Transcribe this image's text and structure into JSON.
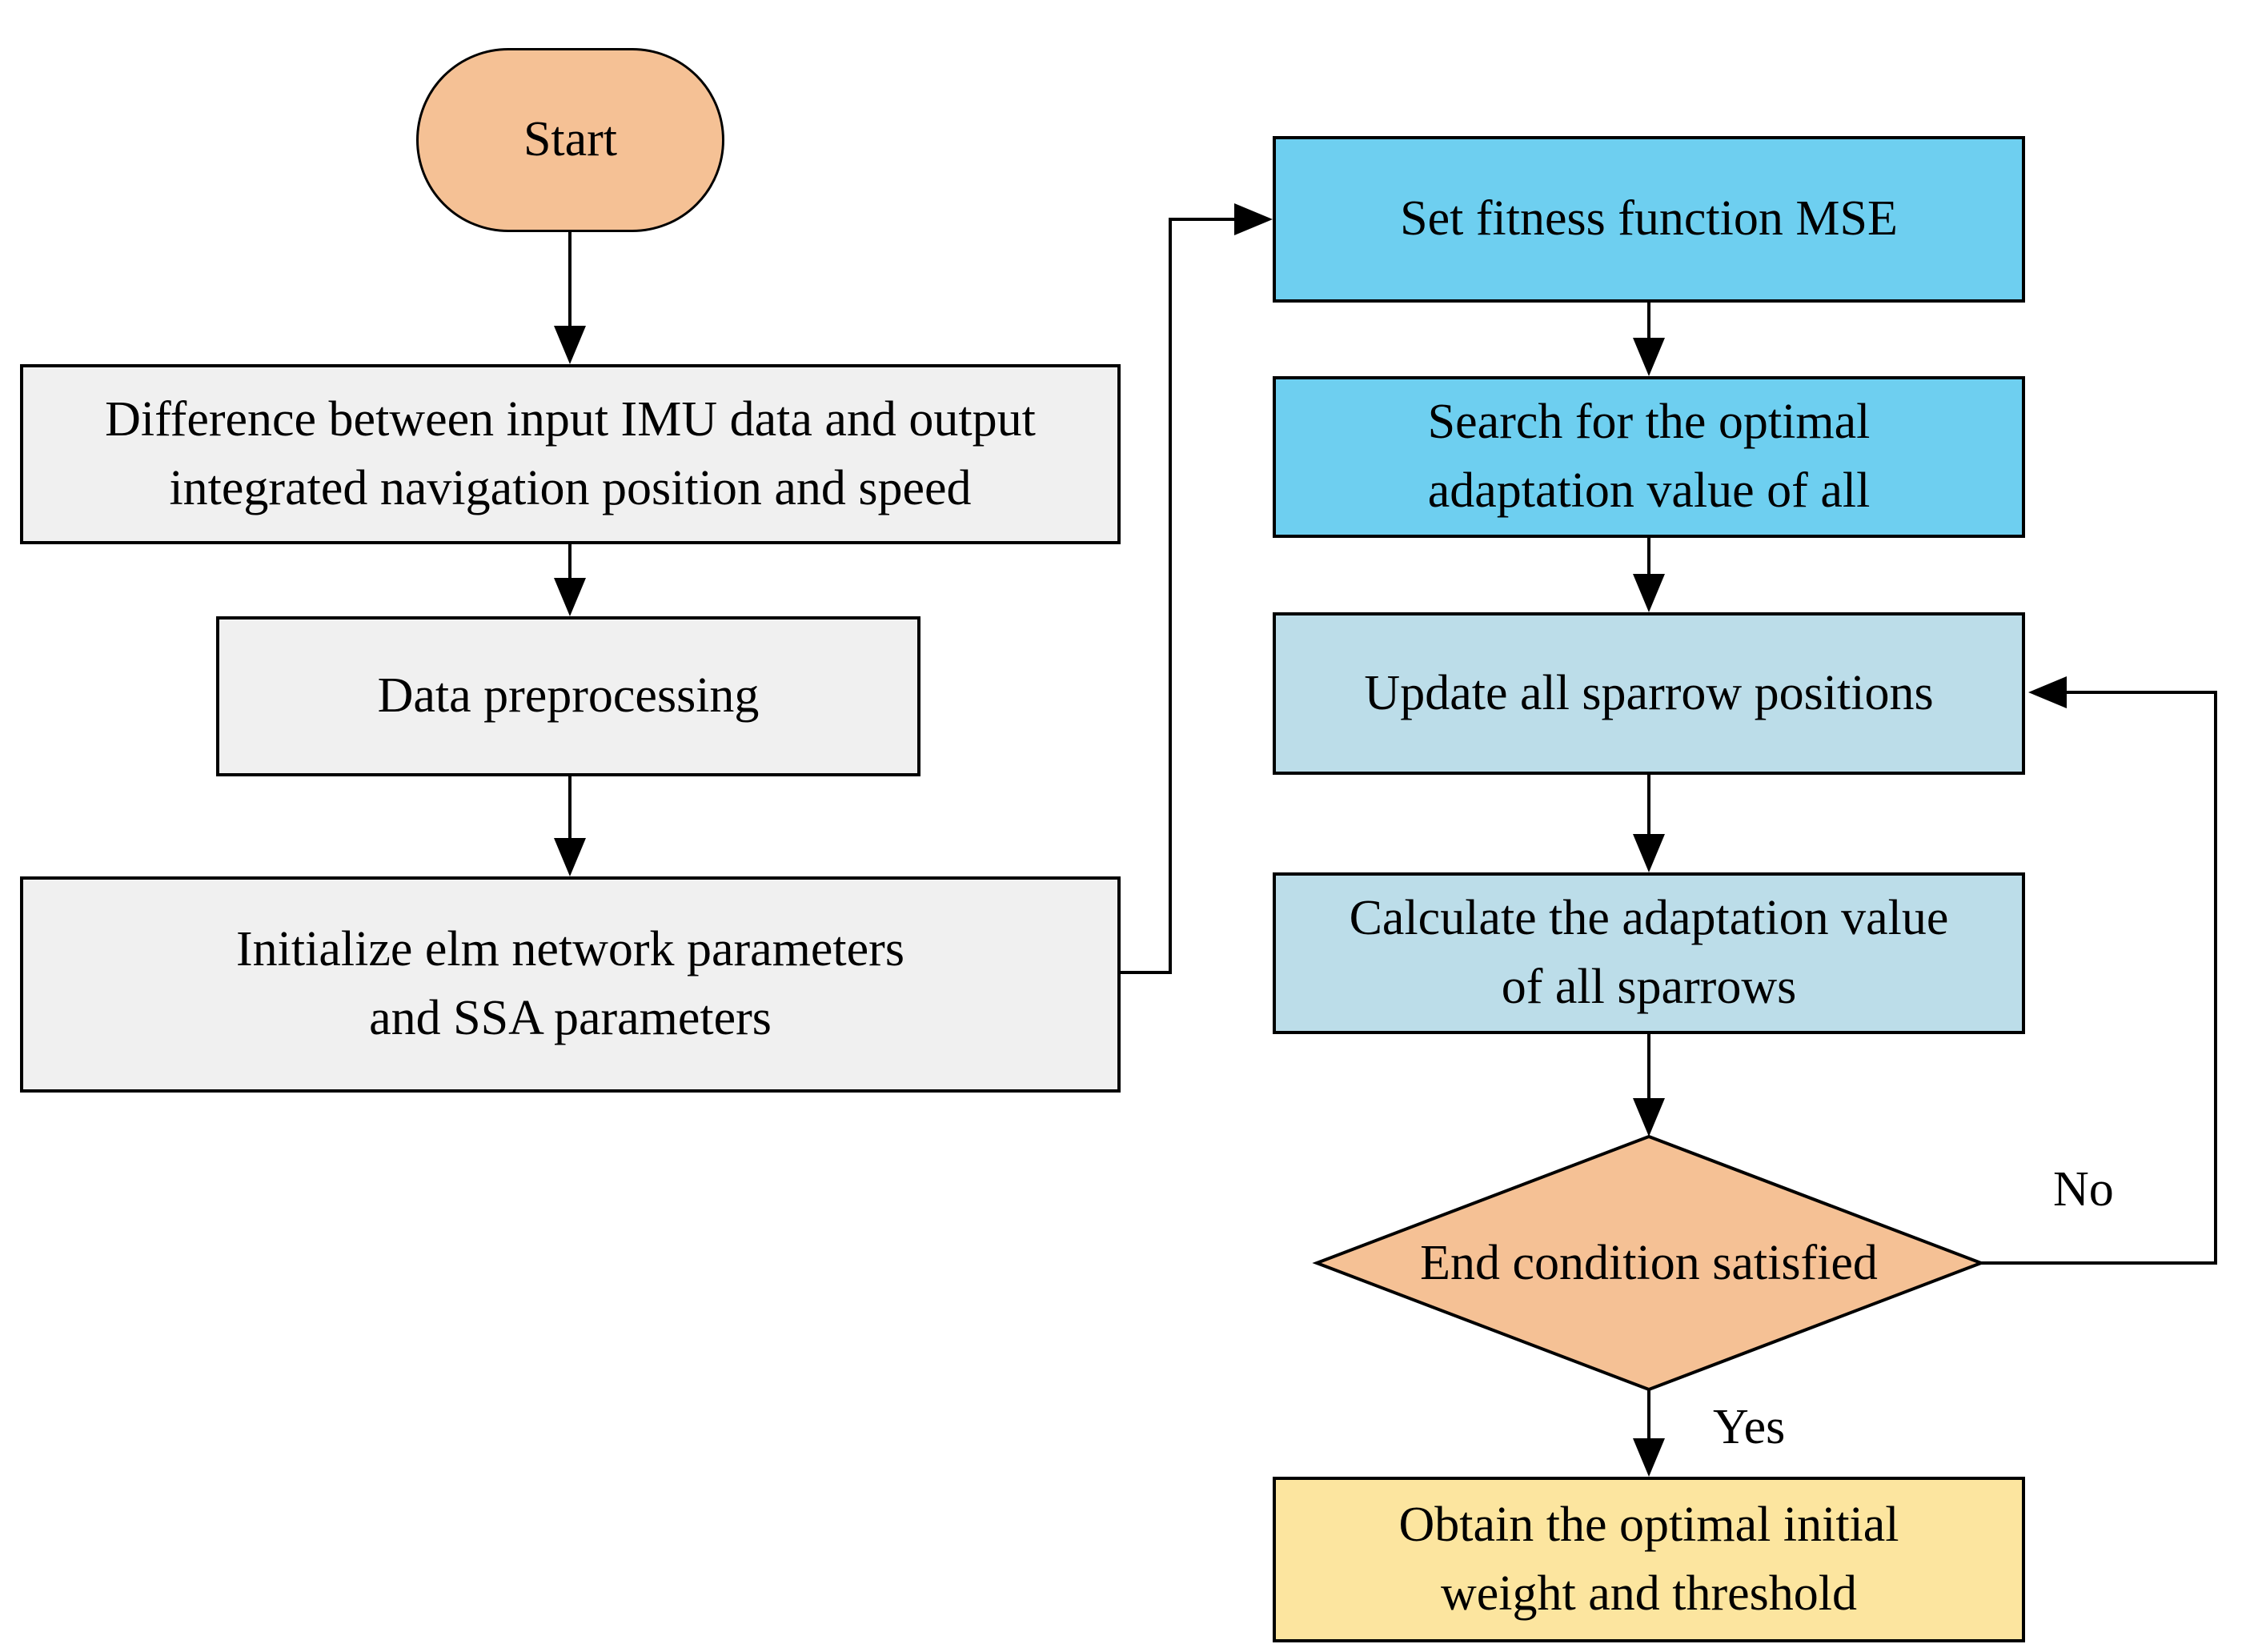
{
  "nodes": {
    "start": {
      "label": "Start"
    },
    "difference": {
      "line1": "Difference between input IMU data and output",
      "line2": "integrated navigation position and speed"
    },
    "preprocessing": {
      "label": "Data preprocessing"
    },
    "initialize": {
      "line1": "Initialize elm network parameters",
      "line2": "and SSA parameters"
    },
    "fitness": {
      "label": "Set fitness function MSE"
    },
    "search": {
      "line1": "Search for the optimal",
      "line2": "adaptation value of all"
    },
    "update": {
      "label": "Update all sparrow positions"
    },
    "calculate": {
      "line1": "Calculate the adaptation value",
      "line2": "of all sparrows"
    },
    "condition": {
      "label": "End condition satisfied"
    },
    "obtain": {
      "line1": "Obtain the optimal initial",
      "line2": "weight and threshold"
    }
  },
  "edge_labels": {
    "no": "No",
    "yes": "Yes"
  },
  "colors": {
    "stroke": "#000000",
    "terminal_fill": "#F5C195",
    "process_fill": "#F0F0F0",
    "stage1_fill": "#6ECFF0",
    "stage2_fill": "#BCDDE9",
    "decision_fill": "#F5C195",
    "result_fill": "#FCE59F"
  }
}
